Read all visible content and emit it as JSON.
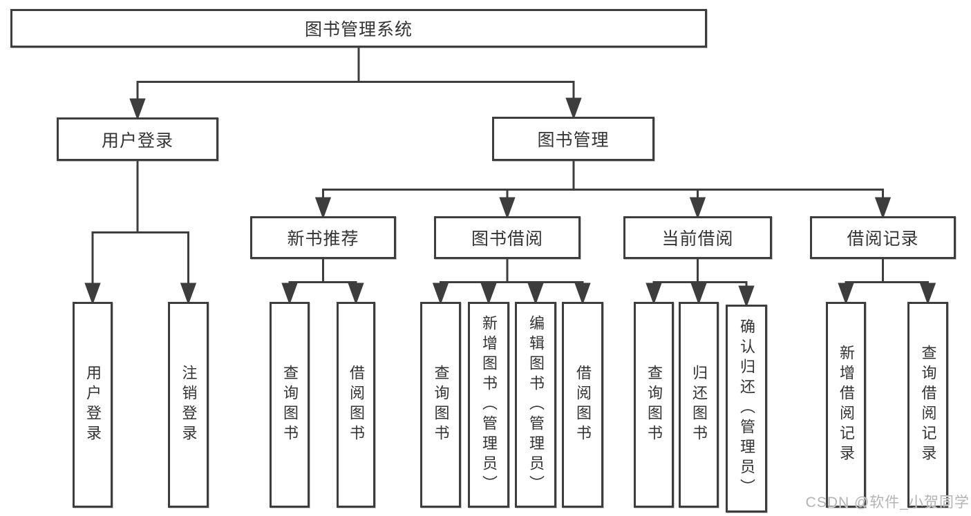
{
  "tree": {
    "label": "图书管理系统",
    "children": [
      {
        "label": "用户登录",
        "children": [
          {
            "label": "用户登录"
          },
          {
            "label": "注销登录"
          }
        ]
      },
      {
        "label": "图书管理",
        "children": [
          {
            "label": "新书推荐",
            "children": [
              {
                "label": "查询图书"
              },
              {
                "label": "借阅图书"
              }
            ]
          },
          {
            "label": "图书借阅",
            "children": [
              {
                "label": "查询图书"
              },
              {
                "label": "新增图书（管理员）"
              },
              {
                "label": "编辑图书（管理员）"
              },
              {
                "label": "借阅图书"
              }
            ]
          },
          {
            "label": "当前借阅",
            "children": [
              {
                "label": "查询图书"
              },
              {
                "label": "归还图书"
              },
              {
                "label": "确认归还（管理员）"
              }
            ]
          },
          {
            "label": "借阅记录",
            "children": [
              {
                "label": "新增借阅记录"
              },
              {
                "label": "查询借阅记录"
              }
            ]
          }
        ]
      }
    ]
  },
  "watermark": {
    "text": "CSDN @软件_小贺同学"
  },
  "colors": {
    "background": "#ffffff",
    "line": "#3d3d3d",
    "box_border": "#3d3d3d",
    "text": "#333333",
    "watermark": "#b3b3b3"
  }
}
